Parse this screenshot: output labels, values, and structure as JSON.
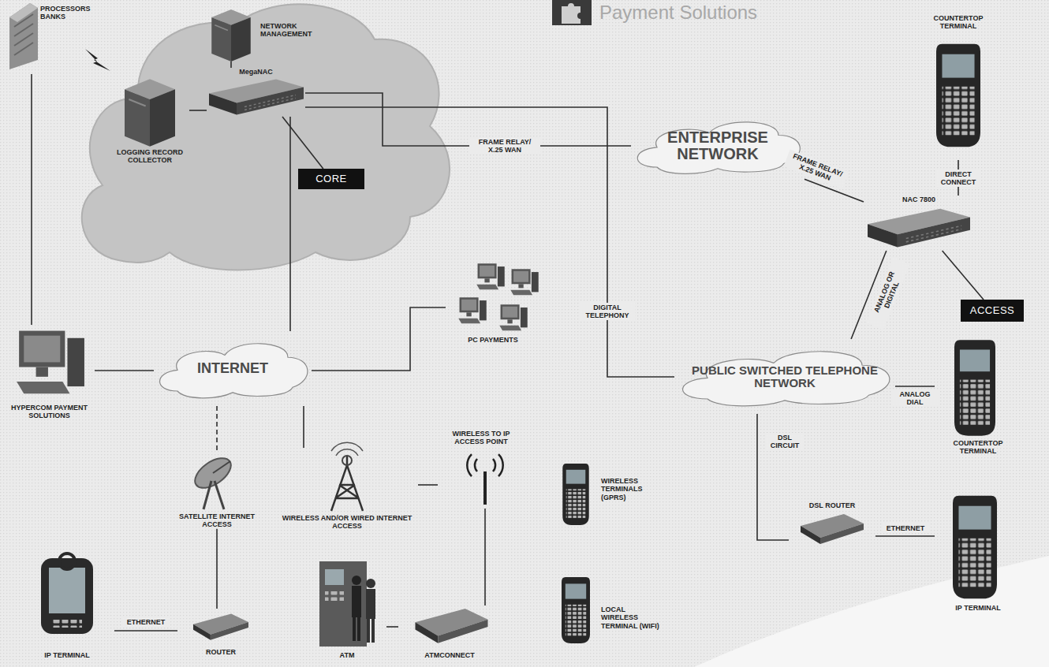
{
  "diagram": {
    "title": "Payment Solutions",
    "nodes": [
      {
        "text": [
          "PROCESSORS BANKS"
        ]
      },
      {
        "text": [
          "NETWORK MANAGEMENT"
        ]
      },
      {
        "text": [
          "MegaNAC"
        ]
      },
      {
        "text": [
          "LOGGING RECORD COLLECTOR"
        ]
      },
      {
        "text": [
          "CORE"
        ]
      },
      {
        "text": [
          "ENTERPRISE NETWORK"
        ]
      },
      {
        "text": [
          "COUNTERTOP TERMINAL"
        ]
      },
      {
        "text": [
          "NAC 7800"
        ]
      },
      {
        "text": [
          "ACCESS"
        ]
      },
      {
        "text": [
          "INTERNET"
        ]
      },
      {
        "text": [
          "HYPERCOM PAYMENT SOLUTIONS"
        ]
      },
      {
        "text": [
          "PC PAYMENTS"
        ]
      },
      {
        "text": [
          "PUBLIC SWITCHED TELEPHONE NETWORK"
        ]
      },
      {
        "text": [
          "COUNTERTOP TERMINAL"
        ]
      },
      {
        "text": [
          "SATELLITE INTERNET ACCESS"
        ]
      },
      {
        "text": [
          "WIRELESS AND/OR WIRED INTERNET ACCESS"
        ]
      },
      {
        "text": [
          "WIRELESS TO IP ACCESS POINT"
        ]
      },
      {
        "text": [
          "WIRELESS TERMINALS (GPRS)"
        ]
      },
      {
        "text": [
          "DSL ROUTER"
        ]
      },
      {
        "text": [
          "IP TERMINAL"
        ]
      },
      {
        "text": [
          "IP TERMINAL"
        ]
      },
      {
        "text": [
          "ROUTER"
        ]
      },
      {
        "text": [
          "ATM"
        ]
      },
      {
        "text": [
          "ATMCONNECT"
        ]
      },
      {
        "text": [
          "LOCAL WIRELESS TERMINAL (WIFI)"
        ]
      }
    ],
    "edges": [
      {
        "from": 0,
        "to": 10,
        "arrow": "none"
      },
      {
        "from": 3,
        "to": 2,
        "arrow": "none"
      },
      {
        "from": 1,
        "to": 2,
        "arrow": "none"
      },
      {
        "from": 4,
        "to": 2,
        "arrow": "none"
      },
      {
        "from": 2,
        "to": 5,
        "label": "FRAME RELAY/ X.25 WAN",
        "arrow": "none"
      },
      {
        "from": 5,
        "to": 7,
        "label": "FRAME RELAY/ X.25 WAN",
        "arrow": "none"
      },
      {
        "from": 2,
        "to": 12,
        "label": "DIGITAL TELEPHONY",
        "arrow": "none"
      },
      {
        "from": 2,
        "to": 9,
        "arrow": "none"
      },
      {
        "from": 6,
        "to": 7,
        "label": "DIRECT CONNECT",
        "arrow": "none"
      },
      {
        "from": 7,
        "to": 8,
        "arrow": "none"
      },
      {
        "from": 7,
        "to": 12,
        "label": "ANALOG OR DIGITAL",
        "arrow": "none"
      },
      {
        "from": 10,
        "to": 9,
        "arrow": "none"
      },
      {
        "from": 9,
        "to": 11,
        "arrow": "none"
      },
      {
        "from": 9,
        "to": 14,
        "arrow": "none"
      },
      {
        "from": 9,
        "to": 15,
        "arrow": "none"
      },
      {
        "from": 15,
        "to": 16,
        "arrow": "none"
      },
      {
        "from": 16,
        "to": 23,
        "arrow": "none"
      },
      {
        "from": 22,
        "to": 23,
        "arrow": "none"
      },
      {
        "from": 12,
        "to": 13,
        "label": "ANALOG DIAL",
        "arrow": "none"
      },
      {
        "from": 12,
        "to": 18,
        "label": "DSL CIRCUIT",
        "arrow": "none"
      },
      {
        "from": 18,
        "to": 19,
        "label": "ETHERNET",
        "arrow": "none"
      },
      {
        "from": 14,
        "to": 21,
        "arrow": "none"
      },
      {
        "from": 20,
        "to": 21,
        "label": "ETHERNET",
        "arrow": "none"
      }
    ]
  }
}
